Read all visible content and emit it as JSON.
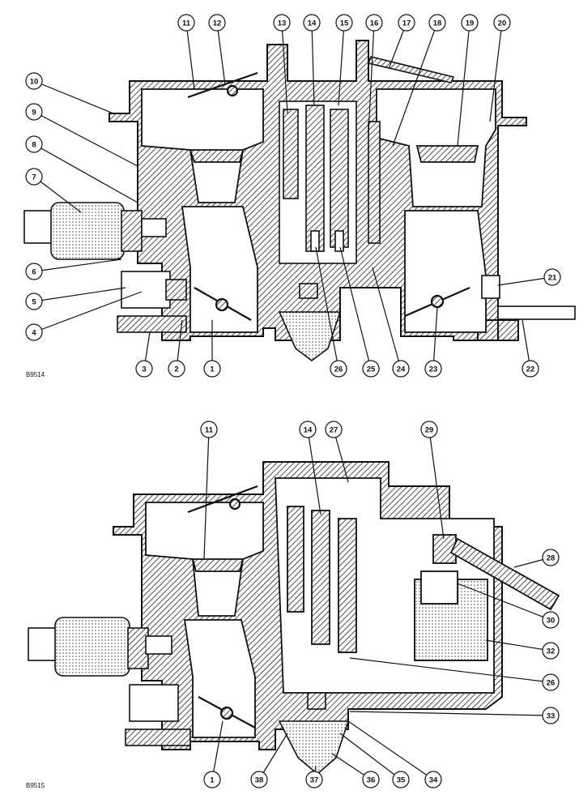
{
  "figures": [
    {
      "code": "B9514",
      "callouts": [
        "1",
        "2",
        "3",
        "4",
        "5",
        "6",
        "7",
        "8",
        "9",
        "10",
        "11",
        "12",
        "13",
        "14",
        "15",
        "16",
        "17",
        "18",
        "19",
        "20",
        "21",
        "22",
        "23",
        "24",
        "25",
        "26"
      ]
    },
    {
      "code": "B9515",
      "callouts": [
        "1",
        "11",
        "14",
        "27",
        "28",
        "29",
        "30",
        "32",
        "26",
        "33",
        "34",
        "35",
        "36",
        "37",
        "38"
      ]
    }
  ],
  "colors": {
    "ink": "#111111",
    "hatch": "#222222",
    "paper": "#ffffff"
  }
}
